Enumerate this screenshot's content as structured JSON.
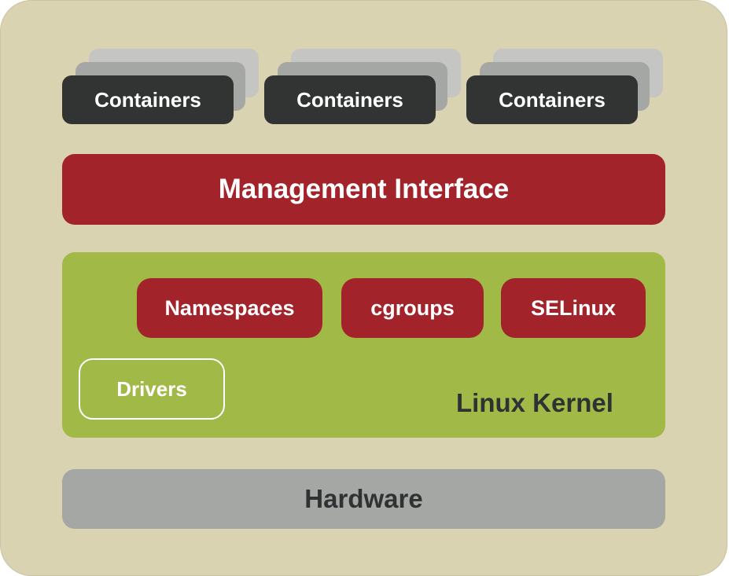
{
  "containers": [
    {
      "label": "Containers"
    },
    {
      "label": "Containers"
    },
    {
      "label": "Containers"
    }
  ],
  "management": {
    "label": "Management Interface"
  },
  "kernel": {
    "label": "Linux Kernel",
    "items": [
      {
        "label": "Namespaces"
      },
      {
        "label": "cgroups"
      },
      {
        "label": "SELinux"
      }
    ],
    "drivers": {
      "label": "Drivers"
    }
  },
  "hardware": {
    "label": "Hardware"
  },
  "colors": {
    "background": "#d9d3b2",
    "container": "#323434",
    "management": "#a2232a",
    "kernel": "#a1ba47",
    "kernel_item": "#a2232a",
    "hardware": "#a5a7a5",
    "dark_text": "#2f3133"
  }
}
